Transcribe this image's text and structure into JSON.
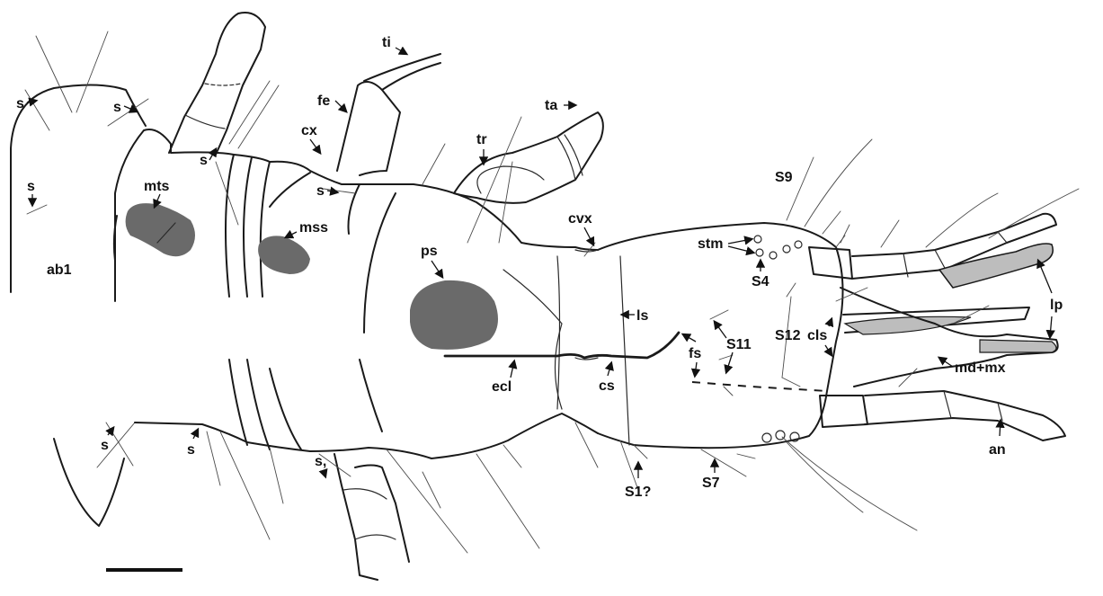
{
  "colors": {
    "line": "#1a1a1a",
    "patch": "#666666",
    "shade": "#bdbdbd",
    "background": "#ffffff"
  },
  "labels": {
    "s": "s",
    "s_comma": "s,",
    "ab1": "ab1",
    "mts": "mts",
    "mss": "mss",
    "ps": "ps",
    "cx": "cx",
    "fe": "fe",
    "ti": "ti",
    "tr": "tr",
    "ta": "ta",
    "cvx": "cvx",
    "S9": "S9",
    "stm": "stm",
    "S4": "S4",
    "ls": "ls",
    "S11": "S11",
    "S12": "S12",
    "cls": "cls",
    "lp": "lp",
    "md_mx": "md+mx",
    "fs": "fs",
    "ecl": "ecl",
    "cs": "cs",
    "S1q": "S1?",
    "S7": "S7",
    "an": "an"
  },
  "scale_bar": {
    "label": ""
  }
}
